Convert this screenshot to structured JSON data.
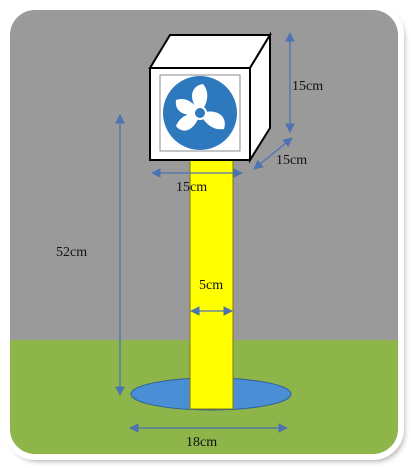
{
  "colors": {
    "sky": "#9a9a9a",
    "grass": "#8db54a",
    "pole": "#ffff00",
    "base": "#4a8fd6",
    "fan": "#2e79be",
    "arrow": "#4a73b0"
  },
  "labels": {
    "box_height": "15cm",
    "box_depth": "15cm",
    "box_width": "15cm",
    "pole_height": "52cm",
    "pole_width": "5cm",
    "base_width": "18cm"
  }
}
